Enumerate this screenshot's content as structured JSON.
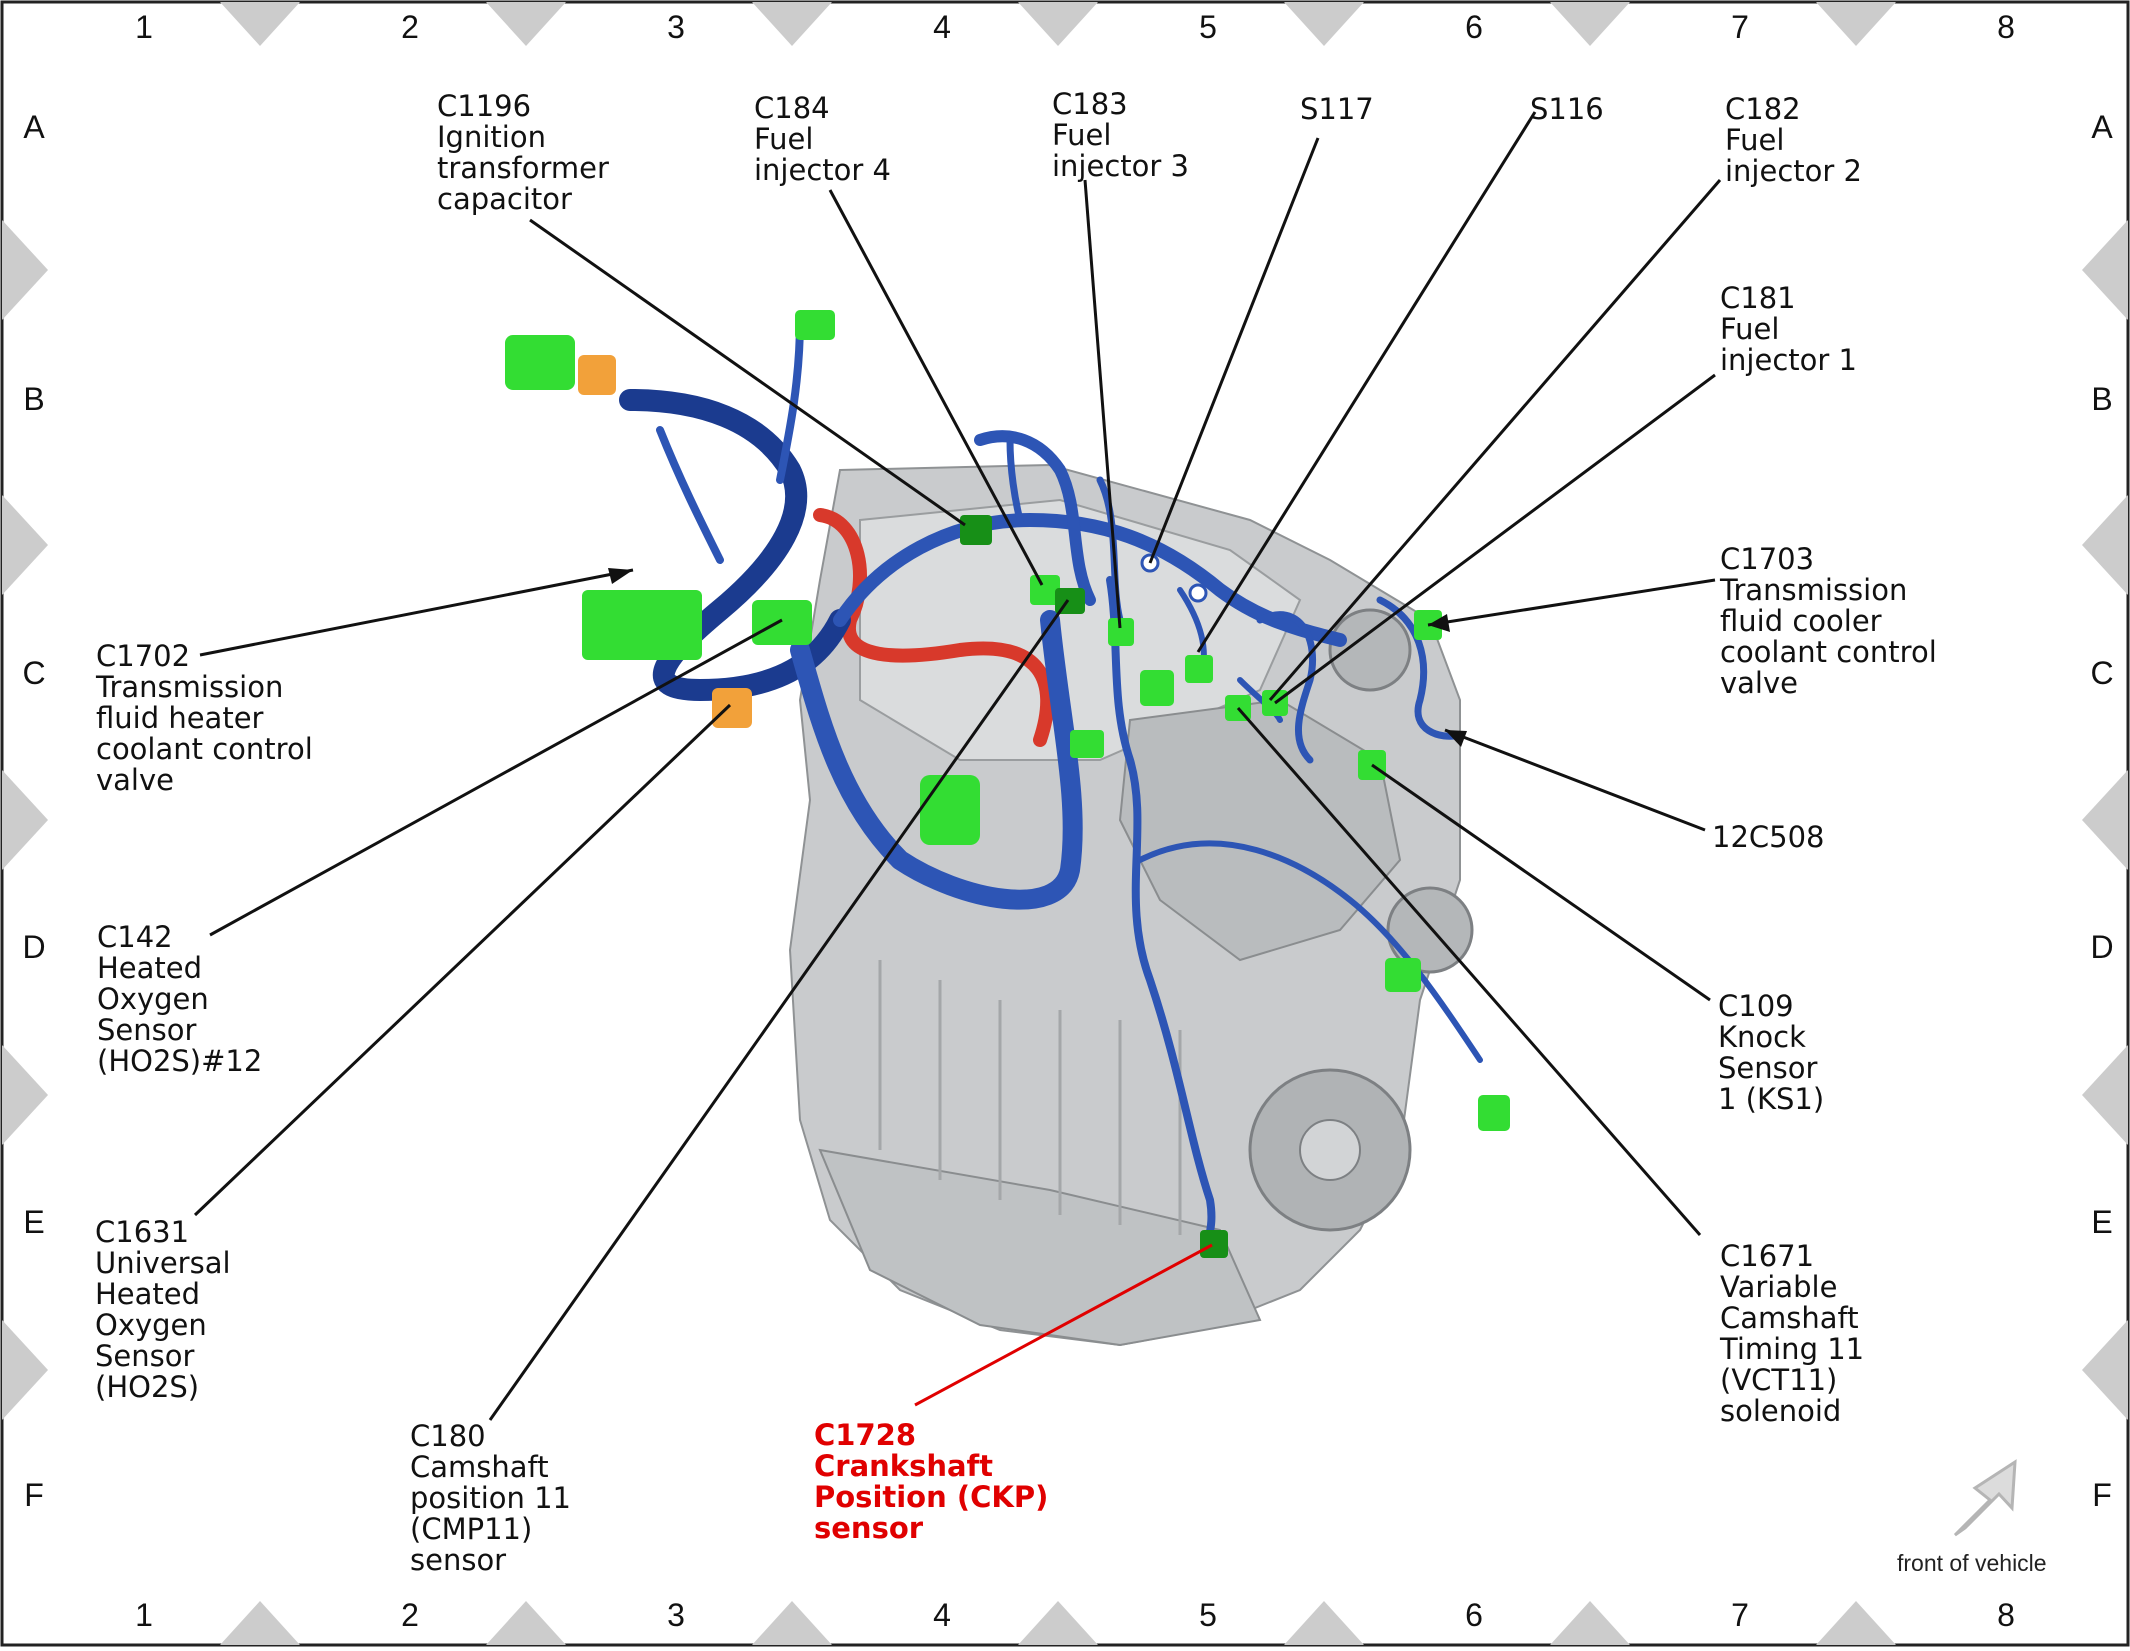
{
  "grid": {
    "columns": [
      "1",
      "2",
      "3",
      "4",
      "5",
      "6",
      "7",
      "8"
    ],
    "rows": [
      "A",
      "B",
      "C",
      "D",
      "E",
      "F"
    ]
  },
  "callouts": [
    {
      "id": "c1196",
      "lines": [
        "C1196",
        "Ignition",
        "transformer",
        "capacitor"
      ]
    },
    {
      "id": "c184",
      "lines": [
        "C184",
        "Fuel",
        "injector 4"
      ]
    },
    {
      "id": "c183",
      "lines": [
        "C183",
        "Fuel",
        "injector 3"
      ]
    },
    {
      "id": "s117",
      "lines": [
        "S117"
      ]
    },
    {
      "id": "s116",
      "lines": [
        "S116"
      ]
    },
    {
      "id": "c182",
      "lines": [
        "C182",
        "Fuel",
        "injector 2"
      ]
    },
    {
      "id": "c181",
      "lines": [
        "C181",
        "Fuel",
        "injector 1"
      ]
    },
    {
      "id": "c1703",
      "lines": [
        "C1703",
        "Transmission",
        "fluid cooler",
        "coolant control",
        "valve"
      ]
    },
    {
      "id": "c12c508",
      "lines": [
        "12C508"
      ]
    },
    {
      "id": "c109",
      "lines": [
        "C109",
        "Knock",
        "Sensor",
        "1 (KS1)"
      ]
    },
    {
      "id": "c1671",
      "lines": [
        "C1671",
        "Variable",
        "Camshaft",
        "Timing 11",
        "(VCT11)",
        "solenoid"
      ]
    },
    {
      "id": "c1702",
      "lines": [
        "C1702",
        "Transmission",
        "fluid heater",
        "coolant control",
        "valve"
      ]
    },
    {
      "id": "c142",
      "lines": [
        "C142",
        "Heated",
        "Oxygen",
        "Sensor",
        "(HO2S)#12"
      ]
    },
    {
      "id": "c1631",
      "lines": [
        "C1631",
        "Universal",
        "Heated",
        "Oxygen",
        "Sensor",
        "(HO2S)"
      ]
    },
    {
      "id": "c180",
      "lines": [
        "C180",
        "Camshaft",
        "position 11",
        "(CMP11)",
        "sensor"
      ]
    },
    {
      "id": "c1728",
      "lines": [
        "C1728",
        "Crankshaft",
        "Position (CKP)",
        "sensor"
      ],
      "highlight": true
    }
  ],
  "front_label": "front of vehicle",
  "colors": {
    "harness": "#2d55b5",
    "harness_dark": "#1b3b8f",
    "connector": "#33dd33",
    "connector_dark": "#178f17",
    "orange_connector": "#f2a13a",
    "red_hose": "#d8392b",
    "engine": "#c9cbcd",
    "highlight": "#e00000",
    "marker": "#cccccc",
    "leader": "#111111"
  },
  "icons": {
    "front_arrow": "front-arrow-icon"
  }
}
